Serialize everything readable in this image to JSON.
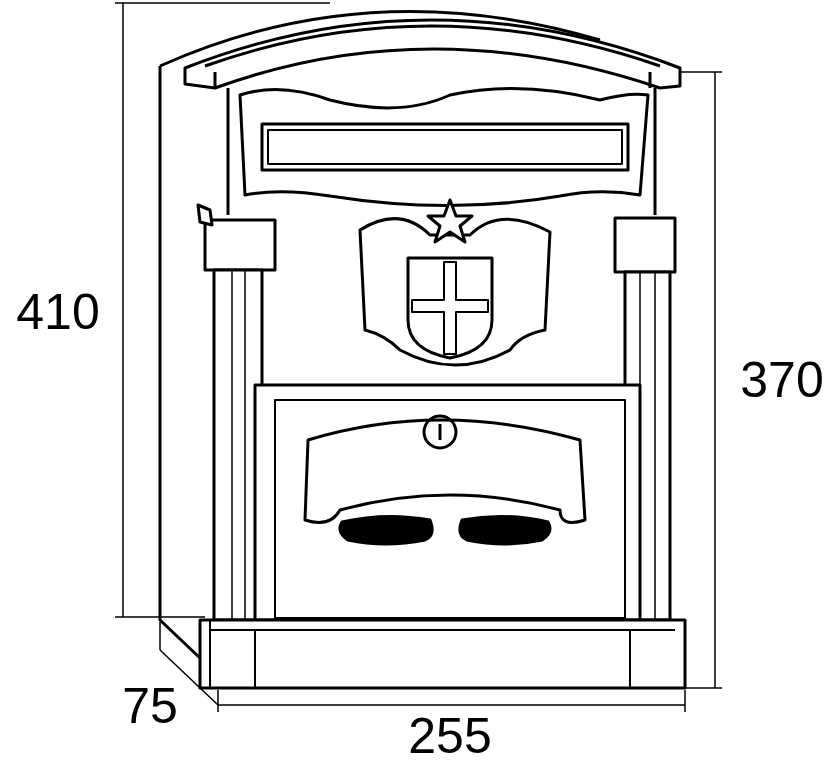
{
  "diagram": {
    "labels": [
      "410",
      "370",
      "75",
      "255"
    ]
  }
}
